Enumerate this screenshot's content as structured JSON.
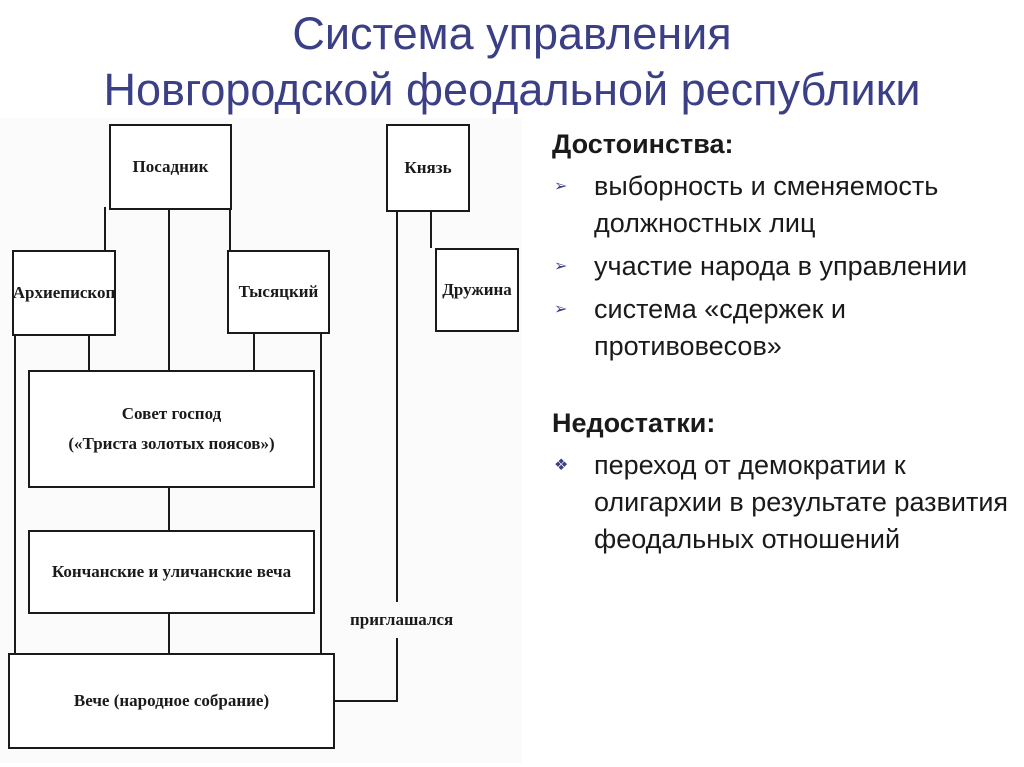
{
  "title": {
    "line1": "Система управления",
    "line2": "Новгородской феодальной республики"
  },
  "diagram": {
    "posadnik": "Посадник",
    "knyaz": "Князь",
    "arhiepiskop": "Архиепископ",
    "tysyatskiy": "Тысяцкий",
    "druzhina": "Дружина",
    "sovet_line1": "Совет господ",
    "sovet_line2": "(«Триста золотых поясов»)",
    "konchanskie": "Кончанские и уличанские веча",
    "priglashalsya": "приглашался",
    "veche": "Вече (народное собрание)"
  },
  "advantages": {
    "heading": "Достоинства:",
    "items": [
      " выборность и сменяемость должностных лиц",
      " участие народа в управлении",
      " система «сдержек и противовесов»"
    ]
  },
  "disadvantages": {
    "heading": "Недостатки:",
    "items": [
      " переход от демократии к олигархии  в результате развития феодальных отношений"
    ]
  },
  "bullet_icons": {
    "advantage": "arrowhead-bullet-icon",
    "disadvantage": "diamond-dots-bullet-icon"
  },
  "colors": {
    "title": "#3b3f86",
    "text": "#1a1a1a"
  }
}
